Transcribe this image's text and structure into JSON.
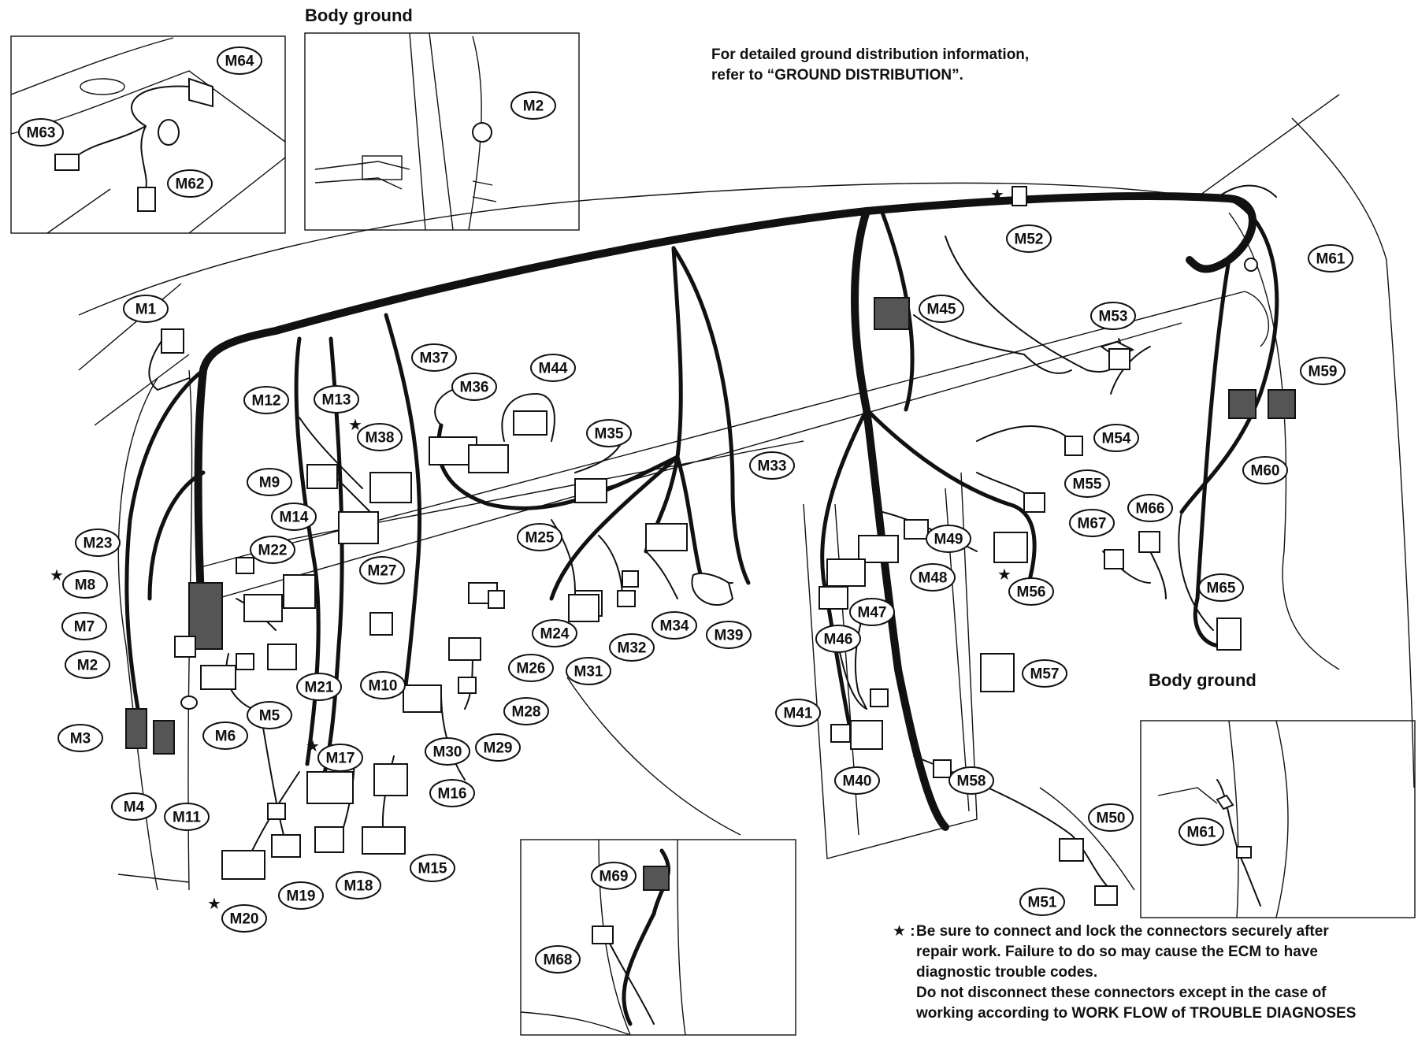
{
  "headings": {
    "body_ground_top": "Body ground",
    "body_ground_right": "Body ground"
  },
  "ground_note": {
    "line1": "For detailed ground distribution information,",
    "line2": "refer to “GROUND DISTRIBUTION”."
  },
  "footnote": {
    "marker": "★ :",
    "line1": "Be sure to connect and lock the connectors securely after",
    "line2": "repair work. Failure to do so may cause the ECM to have",
    "line3": "diagnostic trouble codes.",
    "line4": "Do not disconnect these connectors except in the case of",
    "line5": "working according to WORK FLOW of TROUBLE DIAGNOSES"
  },
  "star_symbol": "★",
  "connectors": [
    {
      "id": "M64",
      "label": "M64"
    },
    {
      "id": "M63",
      "label": "M63"
    },
    {
      "id": "M62",
      "label": "M62"
    },
    {
      "id": "M2_inset",
      "label": "M2"
    },
    {
      "id": "M1",
      "label": "M1"
    },
    {
      "id": "M52",
      "label": "M52"
    },
    {
      "id": "M61",
      "label": "M61"
    },
    {
      "id": "M45",
      "label": "M45"
    },
    {
      "id": "M53",
      "label": "M53"
    },
    {
      "id": "M59",
      "label": "M59"
    },
    {
      "id": "M37",
      "label": "M37"
    },
    {
      "id": "M36",
      "label": "M36"
    },
    {
      "id": "M44",
      "label": "M44"
    },
    {
      "id": "M12",
      "label": "M12"
    },
    {
      "id": "M13",
      "label": "M13"
    },
    {
      "id": "M38",
      "label": "M38"
    },
    {
      "id": "M35",
      "label": "M35"
    },
    {
      "id": "M54",
      "label": "M54"
    },
    {
      "id": "M60",
      "label": "M60"
    },
    {
      "id": "M33",
      "label": "M33"
    },
    {
      "id": "M55",
      "label": "M55"
    },
    {
      "id": "M9",
      "label": "M9"
    },
    {
      "id": "M14",
      "label": "M14"
    },
    {
      "id": "M66",
      "label": "M66"
    },
    {
      "id": "M67",
      "label": "M67"
    },
    {
      "id": "M23",
      "label": "M23"
    },
    {
      "id": "M25",
      "label": "M25"
    },
    {
      "id": "M49",
      "label": "M49"
    },
    {
      "id": "M22",
      "label": "M22"
    },
    {
      "id": "M27",
      "label": "M27"
    },
    {
      "id": "M48",
      "label": "M48"
    },
    {
      "id": "M65",
      "label": "M65"
    },
    {
      "id": "M8",
      "label": "M8"
    },
    {
      "id": "M56",
      "label": "M56"
    },
    {
      "id": "M47",
      "label": "M47"
    },
    {
      "id": "M7",
      "label": "M7"
    },
    {
      "id": "M24",
      "label": "M24"
    },
    {
      "id": "M34",
      "label": "M34"
    },
    {
      "id": "M39",
      "label": "M39"
    },
    {
      "id": "M46",
      "label": "M46"
    },
    {
      "id": "M32",
      "label": "M32"
    },
    {
      "id": "M2",
      "label": "M2"
    },
    {
      "id": "M26",
      "label": "M26"
    },
    {
      "id": "M31",
      "label": "M31"
    },
    {
      "id": "M57",
      "label": "M57"
    },
    {
      "id": "M21",
      "label": "M21"
    },
    {
      "id": "M10",
      "label": "M10"
    },
    {
      "id": "M5",
      "label": "M5"
    },
    {
      "id": "M28",
      "label": "M28"
    },
    {
      "id": "M41",
      "label": "M41"
    },
    {
      "id": "M3",
      "label": "M3"
    },
    {
      "id": "M6",
      "label": "M6"
    },
    {
      "id": "M29",
      "label": "M29"
    },
    {
      "id": "M30",
      "label": "M30"
    },
    {
      "id": "M17",
      "label": "M17"
    },
    {
      "id": "M58",
      "label": "M58"
    },
    {
      "id": "M40",
      "label": "M40"
    },
    {
      "id": "M16",
      "label": "M16"
    },
    {
      "id": "M4",
      "label": "M4"
    },
    {
      "id": "M11",
      "label": "M11"
    },
    {
      "id": "M50",
      "label": "M50"
    },
    {
      "id": "M61_inset",
      "label": "M61"
    },
    {
      "id": "M15",
      "label": "M15"
    },
    {
      "id": "M18",
      "label": "M18"
    },
    {
      "id": "M19",
      "label": "M19"
    },
    {
      "id": "M20",
      "label": "M20"
    },
    {
      "id": "M69",
      "label": "M69"
    },
    {
      "id": "M51",
      "label": "M51"
    },
    {
      "id": "M68",
      "label": "M68"
    }
  ]
}
